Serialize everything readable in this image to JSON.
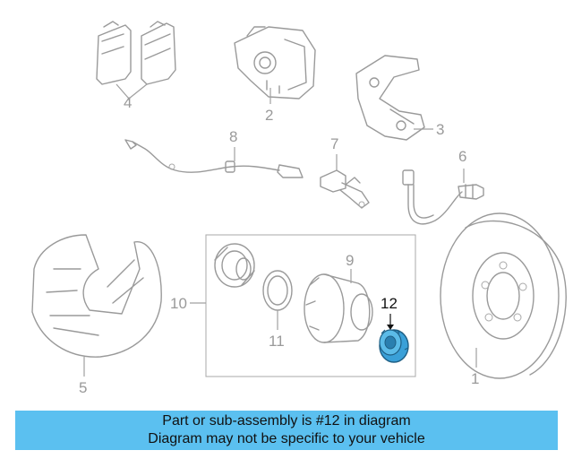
{
  "callouts": {
    "c1": "1",
    "c2": "2",
    "c3": "3",
    "c4": "4",
    "c5": "5",
    "c6": "6",
    "c7": "7",
    "c8": "8",
    "c9": "9",
    "c10": "10",
    "c11": "11",
    "c12": "12"
  },
  "highlight_color": "#3aa0d8",
  "banner": {
    "line1": "Part or sub-assembly is #12 in diagram",
    "line2": "Diagram may not be specific to your vehicle",
    "color": "#5bc0f0"
  }
}
